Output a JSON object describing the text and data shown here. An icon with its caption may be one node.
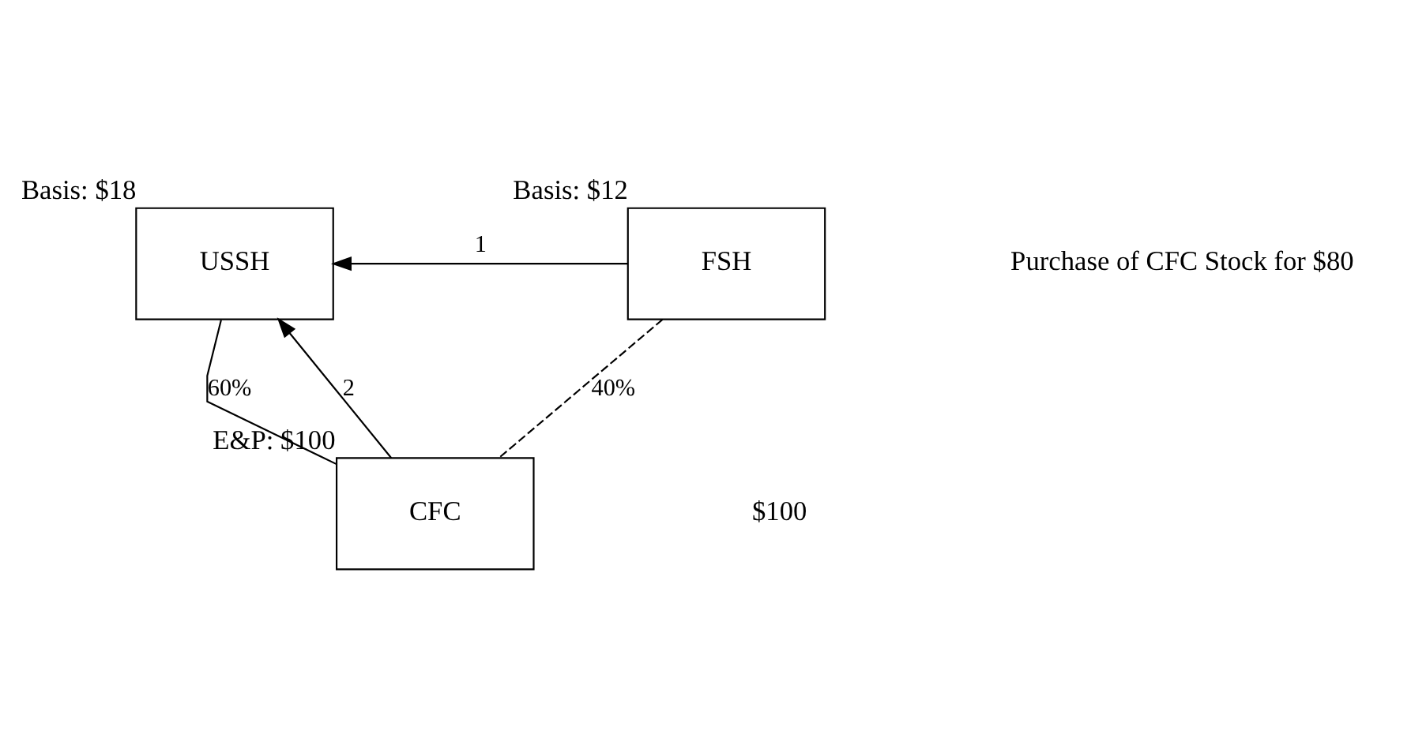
{
  "diagram": {
    "nodes": [
      {
        "text": [
          "USSH"
        ],
        "beside": [
          "Basis: $18"
        ]
      },
      {
        "text": [
          "FSH"
        ],
        "beside": [
          "Basis: $12"
        ]
      },
      {
        "text": [
          "CFC"
        ],
        "beside": [
          "E&P: $100"
        ]
      }
    ],
    "edges": [
      {
        "from": 1,
        "to": 0,
        "arrow": "to",
        "label": "1"
      },
      {
        "from": 0,
        "to": 2,
        "arrow": "none",
        "label": "60%"
      },
      {
        "from": 1,
        "to": 2,
        "arrow": "none",
        "label": "40%",
        "style": "dashed"
      },
      {
        "from": 2,
        "to": 0,
        "arrow": "to",
        "label": "2"
      }
    ],
    "labels": [
      "Purchase of CFC Stock for $80",
      "$100"
    ]
  }
}
